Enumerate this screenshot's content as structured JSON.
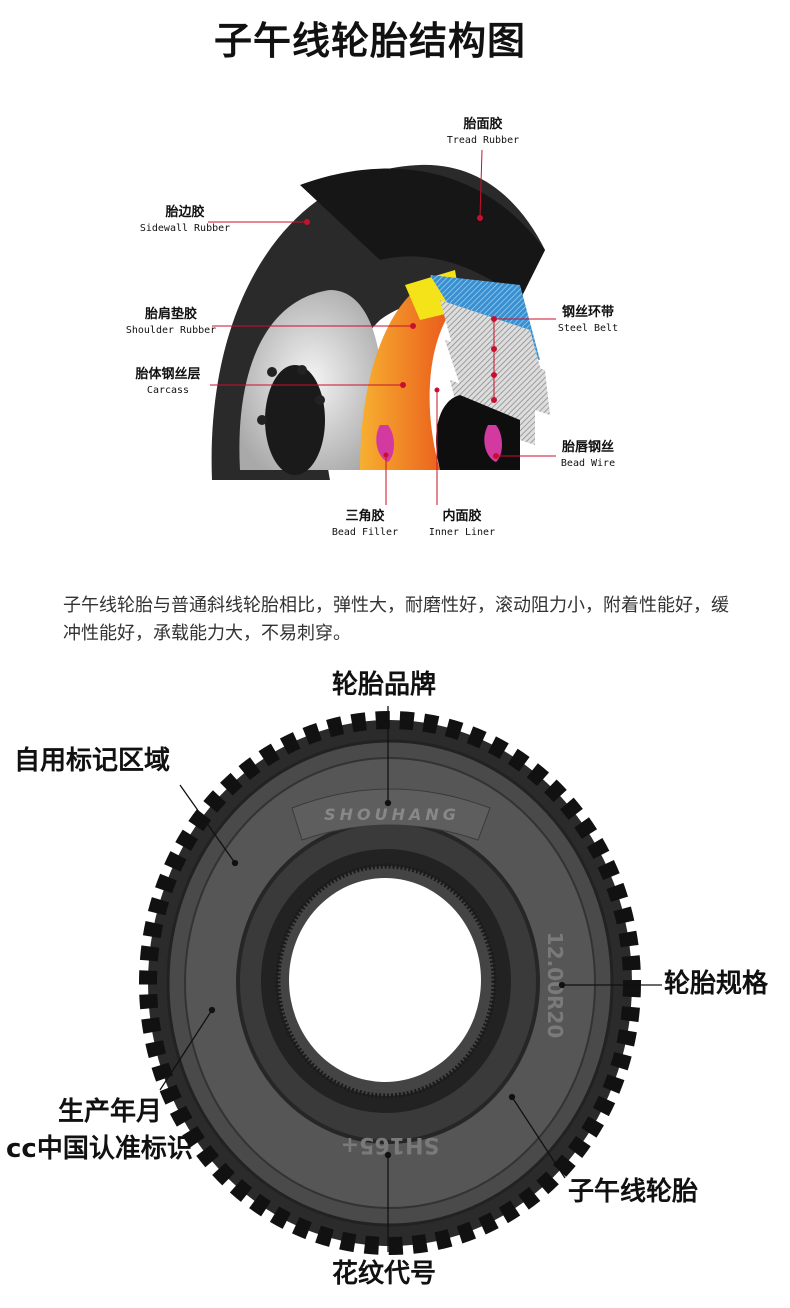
{
  "title": "子午线轮胎结构图",
  "structure_labels": {
    "tread": {
      "cn": "胎面胶",
      "en": "Tread Rubber"
    },
    "sidewall": {
      "cn": "胎边胶",
      "en": "Sidewall Rubber"
    },
    "shoulder": {
      "cn": "胎肩垫胶",
      "en": "Shoulder Rubber"
    },
    "carcass": {
      "cn": "胎体钢丝层",
      "en": "Carcass"
    },
    "steel_belt": {
      "cn": "钢丝环带",
      "en": "Steel Belt"
    },
    "bead_wire": {
      "cn": "胎唇钢丝",
      "en": "Bead Wire"
    },
    "bead_filler": {
      "cn": "三角胶",
      "en": "Bead Filler"
    },
    "inner_liner": {
      "cn": "内面胶",
      "en": "Inner Liner"
    }
  },
  "description": "子午线轮胎与普通斜线轮胎相比，弹性大，耐磨性好，滚动阻力小，附着性能好，缓冲性能好，承载能力大，不易刺穿。",
  "sidewall_labels": {
    "brand": "轮胎品牌",
    "own_mark": "自用标记区域",
    "size": "轮胎规格",
    "production_date": "生产年月",
    "ccc": "cc中国认准标识",
    "radial": "子午线轮胎",
    "pattern": "花纹代号"
  },
  "tire_markings": {
    "brand": "SHOUHANG",
    "size": "12.00R20",
    "pattern": "SH165+"
  },
  "colors": {
    "leader_red": "#c8102e",
    "leader_black": "#111111"
  }
}
